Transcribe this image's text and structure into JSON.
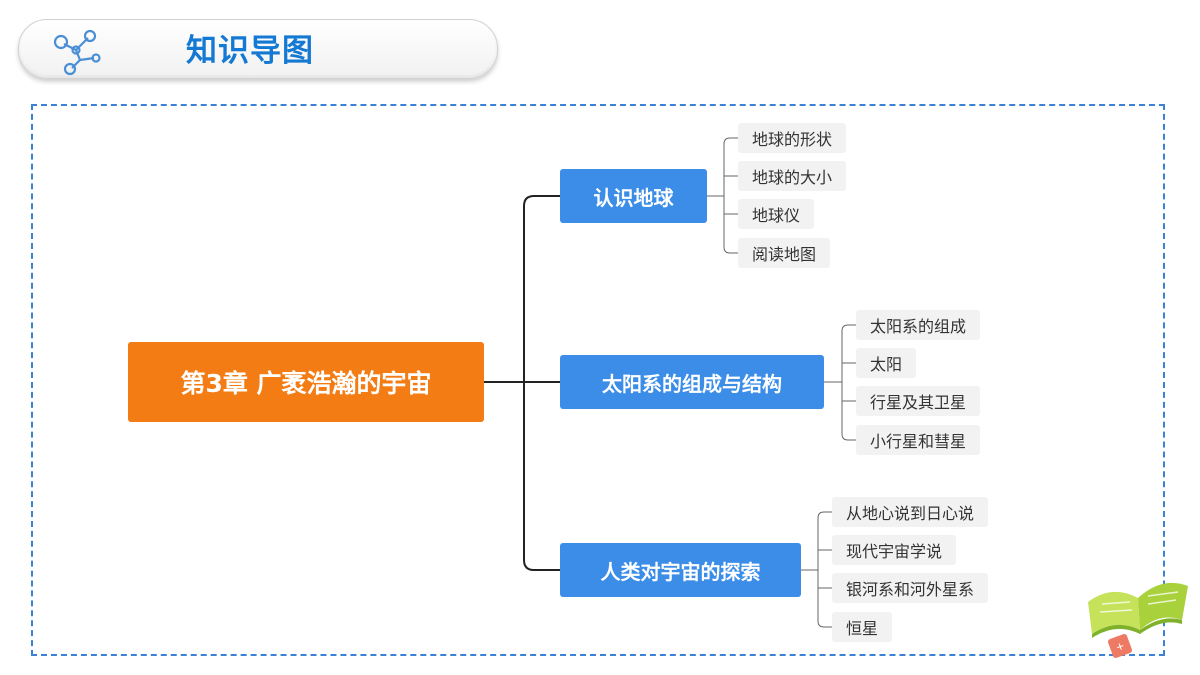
{
  "header": {
    "title": "知识导图",
    "icon": "mindmap-nodes-icon"
  },
  "mindmap": {
    "root": "第3章 广袤浩瀚的宇宙",
    "branches": [
      {
        "label": "认识地球",
        "items": [
          "地球的形状",
          "地球的大小",
          "地球仪",
          "阅读地图"
        ]
      },
      {
        "label": "太阳系的组成与结构",
        "items": [
          "太阳系的组成",
          "太阳",
          "行星及其卫星",
          "小行星和彗星"
        ]
      },
      {
        "label": "人类对宇宙的探索",
        "items": [
          "从地心说到日心说",
          "现代宇宙学说",
          "银河系和河外星系",
          "恒星"
        ]
      }
    ]
  },
  "colors": {
    "title": "#1479d3",
    "root": "#f47c14",
    "branch": "#3b8de8",
    "frame": "#3b82d6",
    "leaf_bg": "#f2f2f2"
  },
  "decoration": {
    "icon": "open-book-icon"
  }
}
